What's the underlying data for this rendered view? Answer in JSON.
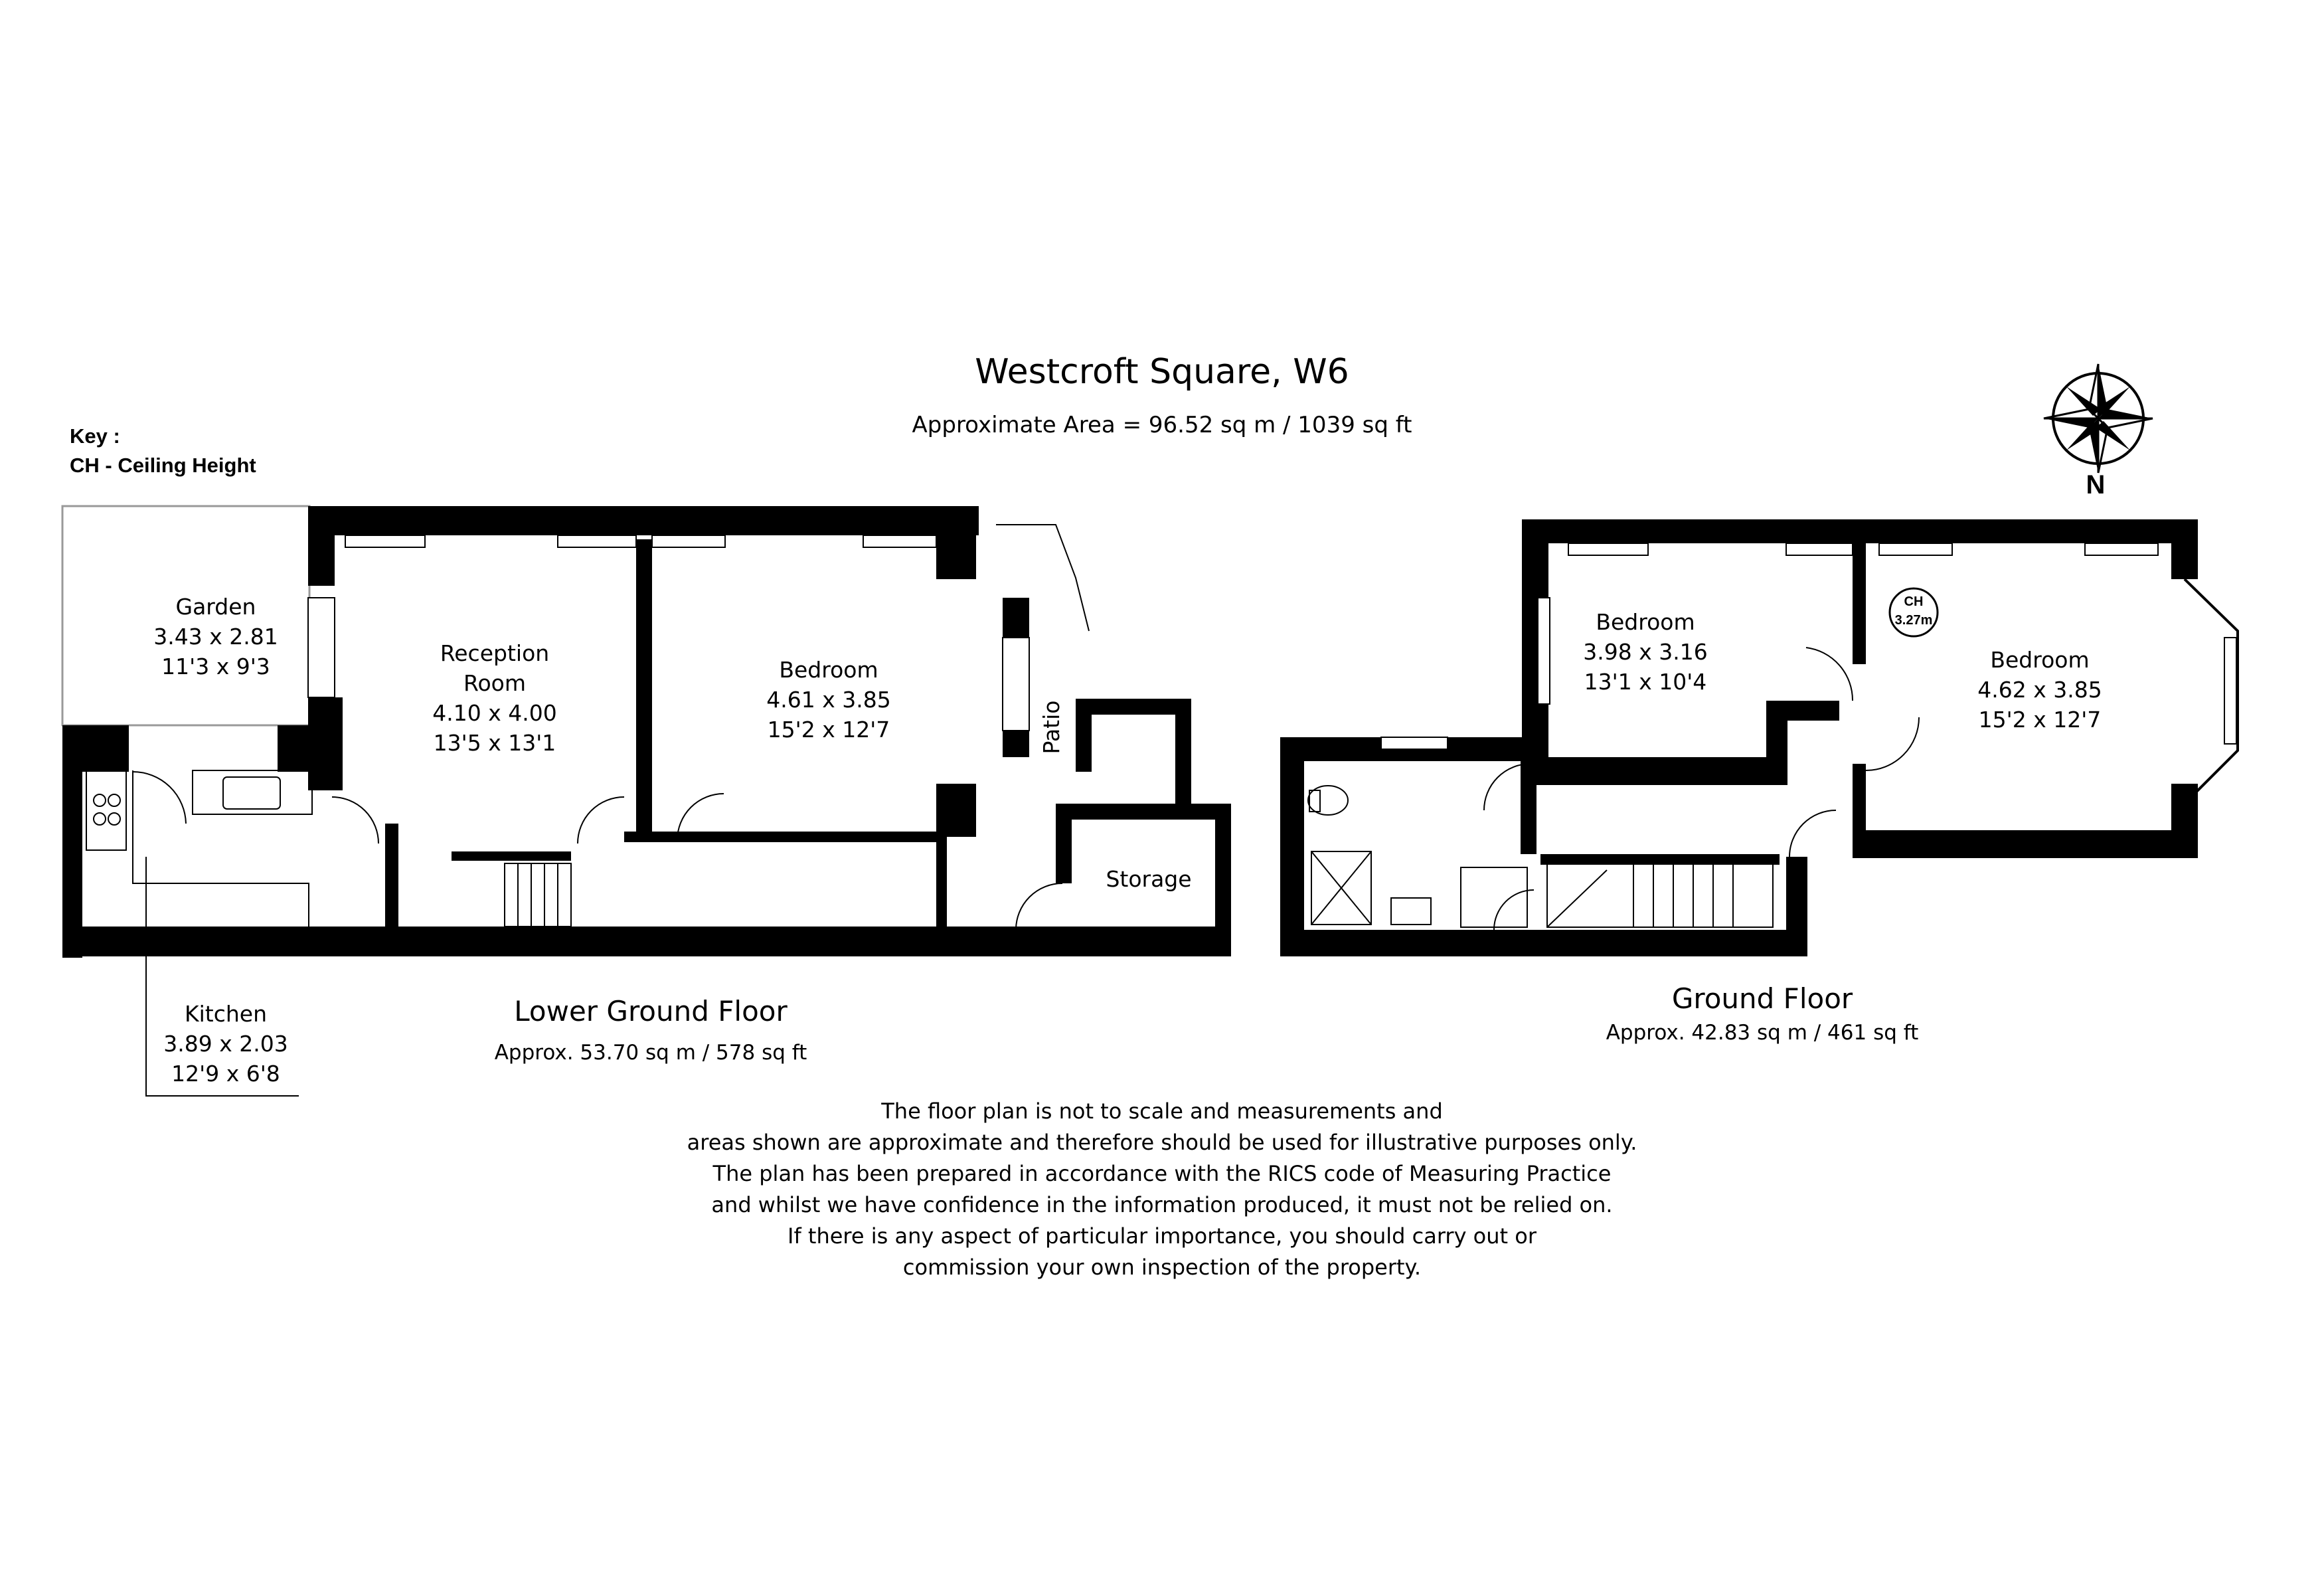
{
  "header": {
    "title": "Westcroft Square, W6",
    "approx_area": "Approximate Area =  96.52 sq m / 1039 sq ft"
  },
  "key": {
    "title": "Key :",
    "item": "CH - Ceiling Height"
  },
  "compass": {
    "label": "N"
  },
  "lower_ground": {
    "name": "Lower Ground Floor",
    "area": "Approx. 53.70 sq m / 578 sq ft",
    "rooms": {
      "garden": {
        "name": "Garden",
        "metric": "3.43 x 2.81",
        "imperial": "11'3 x 9'3"
      },
      "reception": {
        "name_line1": "Reception",
        "name_line2": "Room",
        "metric": "4.10 x 4.00",
        "imperial": "13'5 x 13'1"
      },
      "bedroom": {
        "name": "Bedroom",
        "metric": "4.61 x 3.85",
        "imperial": "15'2 x 12'7"
      },
      "patio": {
        "name": "Patio"
      },
      "storage": {
        "name": "Storage"
      },
      "kitchen": {
        "name": "Kitchen",
        "metric": "3.89 x 2.03",
        "imperial": "12'9 x 6'8"
      }
    }
  },
  "ground": {
    "name": "Ground Floor",
    "area": "Approx. 42.83 sq m / 461 sq ft",
    "rooms": {
      "bedroom1": {
        "name": "Bedroom",
        "metric": "3.98 x 3.16",
        "imperial": "13'1 x 10'4"
      },
      "bedroom2": {
        "name": "Bedroom",
        "metric": "4.62 x 3.85",
        "imperial": "15'2 x 12'7"
      },
      "ceiling": {
        "label": "CH",
        "value": "3.27m"
      }
    }
  },
  "disclaimer": [
    "The floor plan is not to scale and measurements and",
    "areas shown are approximate and therefore should be used for illustrative purposes only.",
    "The plan has been prepared in accordance with the RICS code of Measuring Practice",
    "and whilst we have confidence in the information produced, it must not be relied on.",
    "If there is any aspect of particular importance, you should carry out or",
    "commission your own inspection of the property."
  ]
}
